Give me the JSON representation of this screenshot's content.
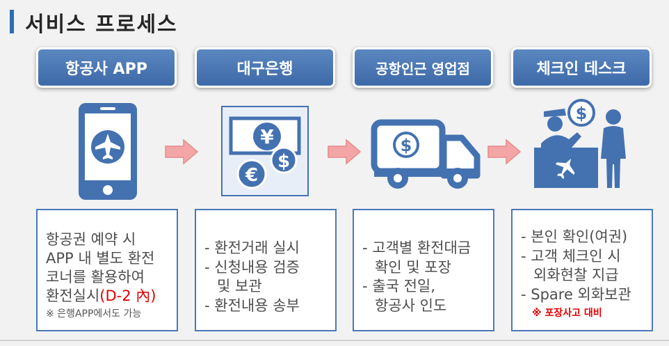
{
  "header": {
    "title": "서비스 프로세스"
  },
  "steps": [
    {
      "label": "항공사 APP"
    },
    {
      "label": "대구은행"
    },
    {
      "label": "공항인근 영업점"
    },
    {
      "label": "체크인 데스크"
    }
  ],
  "icons": {
    "phone_icon": "smartphone-airplane-icon",
    "bank_icon": "currency-exchange-icon",
    "truck_icon": "delivery-truck-icon",
    "desk_icon": "checkin-desk-icon",
    "arrow_icon": "right-arrow-icon",
    "yen_symbol": "¥",
    "dollar_symbol": "$",
    "euro_symbol": "€"
  },
  "colors": {
    "accent_blue": "#3d6aa8",
    "icon_blue": "#4472b0",
    "arrow_pink": "#f4a6a6",
    "highlight_red": "#e00000"
  },
  "descriptions": {
    "app": {
      "line1": "항공권 예약 시",
      "line2": "APP 내 별도 환전",
      "line3": "코너를 활용하여",
      "line4_prefix": "환전실시",
      "line4_highlight": "(D-2 內)",
      "note": "※ 은행APP에서도 가능"
    },
    "bank": {
      "line1": "- 환전거래 실시",
      "line2": "- 신청내용 검증",
      "line3": "및 보관",
      "line4": "- 환전내용 송부"
    },
    "branch": {
      "line1": "- 고객별 환전대금",
      "line2": "확인 및 포장",
      "line3": "- 출국 전일,",
      "line4": "항공사 인도"
    },
    "desk": {
      "line1": "- 본인 확인(여권)",
      "line2": "- 고객 체크인 시",
      "line3": "외화현찰 지급",
      "line4": "- Spare 외화보관",
      "note": "※ 포장사고 대비"
    }
  }
}
